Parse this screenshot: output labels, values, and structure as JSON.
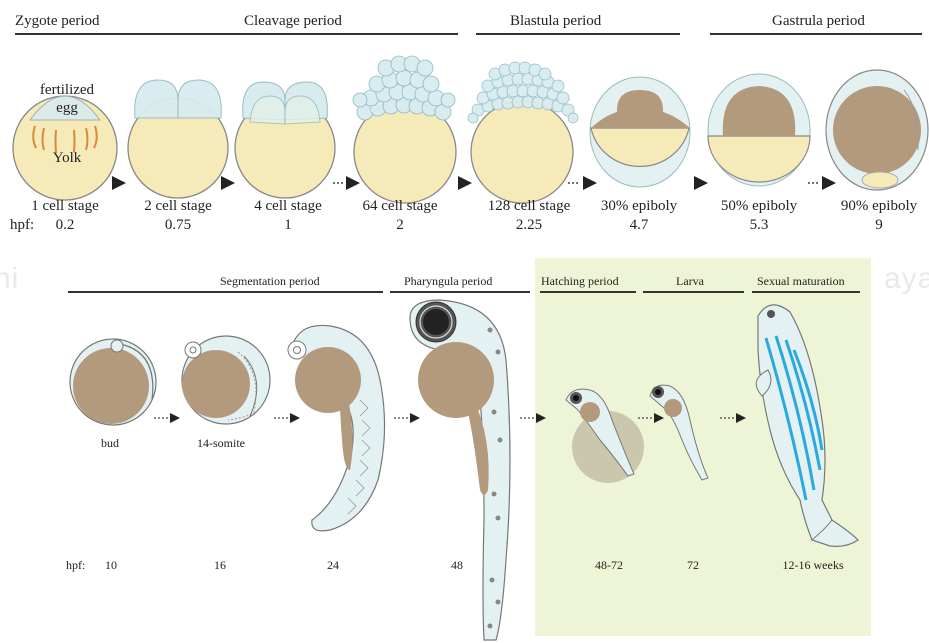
{
  "watermark": "aya",
  "top_row": {
    "periods": [
      {
        "name": "Zygote period"
      },
      {
        "name": "Cleavage period"
      },
      {
        "name": "Blastula period"
      },
      {
        "name": "Gastrula period"
      }
    ],
    "hpf_label": "hpf:",
    "egg_labels": {
      "fertilized": "fertilized",
      "egg": "egg",
      "yolk": "Yolk"
    },
    "stages": [
      {
        "name": "1 cell stage",
        "hpf": "0.2"
      },
      {
        "name": "2 cell stage",
        "hpf": "0.75"
      },
      {
        "name": "4 cell stage",
        "hpf": "1"
      },
      {
        "name": "64 cell stage",
        "hpf": "2"
      },
      {
        "name": "128 cell stage",
        "hpf": "2.25"
      },
      {
        "name": "30% epiboly",
        "hpf": "4.7"
      },
      {
        "name": "50% epiboly",
        "hpf": "5.3"
      },
      {
        "name": "90% epiboly",
        "hpf": "9"
      }
    ]
  },
  "bottom_row": {
    "periods": [
      {
        "name": "Segmentation period"
      },
      {
        "name": "Pharyngula period"
      },
      {
        "name": "Hatching period"
      },
      {
        "name": "Larva"
      },
      {
        "name": "Sexual maturation"
      }
    ],
    "hpf_label": "hpf:",
    "stages": [
      {
        "name": "bud",
        "hpf": "10"
      },
      {
        "name": "14-somite",
        "hpf": "16"
      },
      {
        "name": "",
        "hpf": "24"
      },
      {
        "name": "",
        "hpf": "48"
      },
      {
        "name": "",
        "hpf": "48-72"
      },
      {
        "name": "",
        "hpf": "72"
      },
      {
        "name": "",
        "hpf": "12-16 weeks"
      }
    ]
  },
  "colors": {
    "yolk": "#f6eab9",
    "cells": "#d8ecef",
    "blastoderm": "#b49a7c",
    "stripe": "#2aa9e0",
    "hatching_bg": "#eef5d6"
  }
}
